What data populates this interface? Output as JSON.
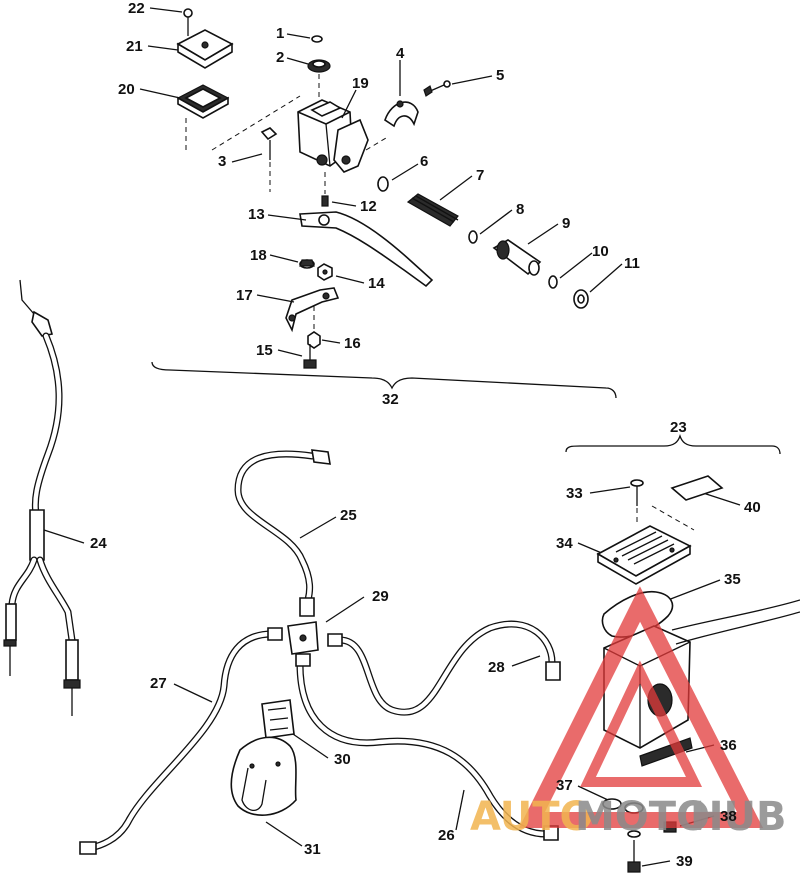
{
  "callouts": [
    "1",
    "2",
    "3",
    "4",
    "5",
    "6",
    "7",
    "8",
    "9",
    "10",
    "11",
    "12",
    "13",
    "14",
    "15",
    "16",
    "17",
    "18",
    "19",
    "20",
    "21",
    "22",
    "23",
    "24",
    "25",
    "26",
    "27",
    "28",
    "29",
    "30",
    "31",
    "32",
    "33",
    "34",
    "35",
    "36",
    "37",
    "38",
    "39",
    "40"
  ],
  "watermark": {
    "text_a": "AUTO",
    "text_b": "MOTO",
    "text_c": "HUB",
    "color_orange": "#f2b450",
    "color_gray": "#8a8a8a",
    "color_red": "#e23a3a"
  }
}
